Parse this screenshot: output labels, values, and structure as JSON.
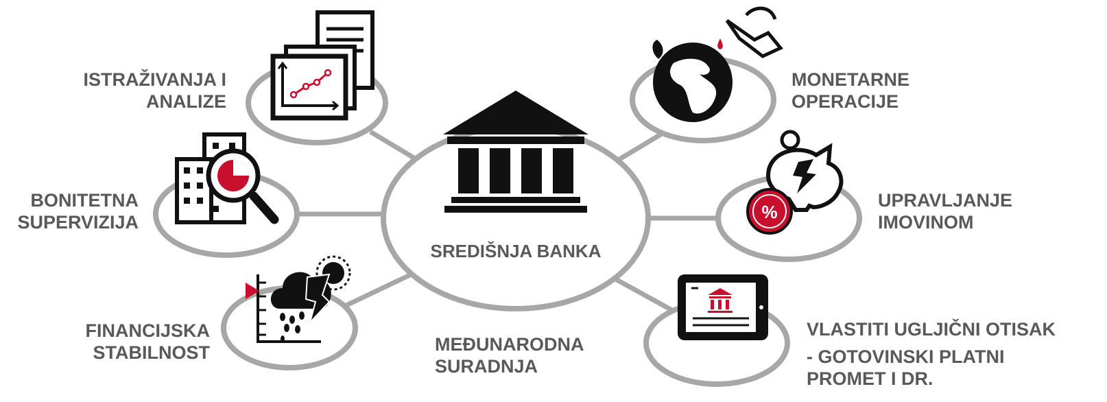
{
  "center": {
    "label": "SREDIŠNJA BANKA"
  },
  "nodes": {
    "research": {
      "lines": [
        "ISTRAŽIVANJA I",
        "ANALIZE"
      ],
      "icon": "report-chart-icon"
    },
    "supervision": {
      "lines": [
        "BONITETNA",
        "SUPERVIZIJA"
      ],
      "icon": "building-magnifier-icon"
    },
    "stability": {
      "lines": [
        "FINANCIJSKA",
        "STABILNOST"
      ],
      "icon": "storm-thermometer-icon"
    },
    "international": {
      "lines": [
        "MEĐUNARODNA",
        "SURADNJA"
      ]
    },
    "monetary": {
      "lines": [
        "MONETARNE",
        "OPERACIJE"
      ],
      "icon": "globe-watering-can-icon"
    },
    "assets": {
      "lines": [
        "UPRAVLJANJE",
        "IMOVINOM"
      ],
      "icon": "piggy-bank-percent-icon"
    },
    "carbon": {
      "lines": [
        "VLASTITI UGLJIČNI OTISAK",
        "- GOTOVINSKI PLATNI",
        "PROMET I DR."
      ],
      "icon": "tablet-bank-icon"
    }
  },
  "colors": {
    "text": "#58595b",
    "ring": "#a7a7a7",
    "icon": "#111111",
    "accent": "#c8102e"
  }
}
